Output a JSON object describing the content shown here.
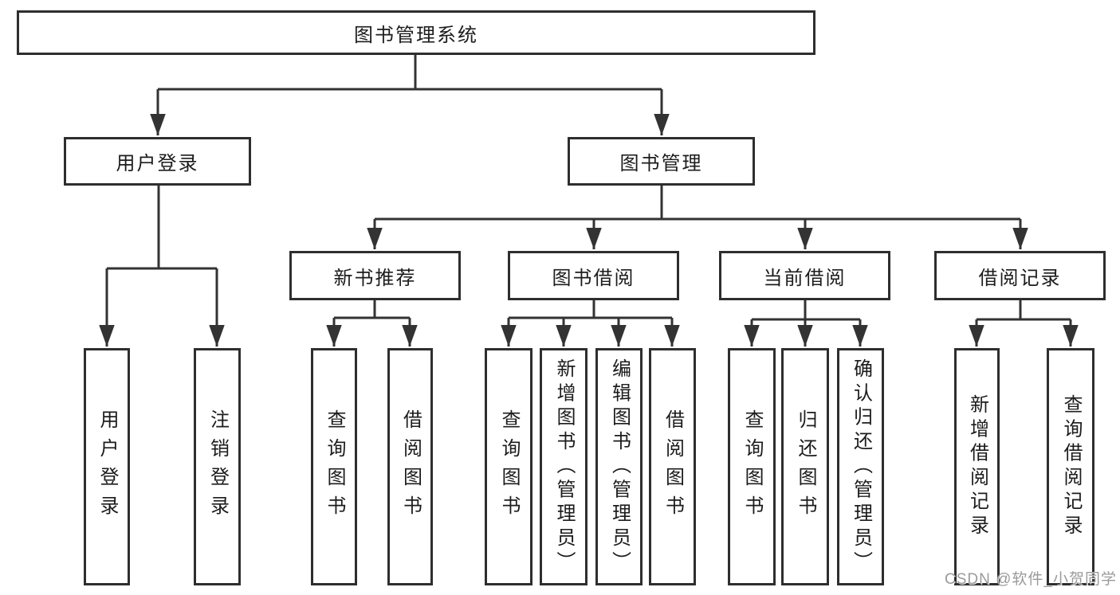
{
  "diagram": {
    "title": "图书管理系统",
    "root": "图书管理系统",
    "level2": {
      "login": "用户登录",
      "manage": "图书管理"
    },
    "level3": {
      "recommend": "新书推荐",
      "borrow": "图书借阅",
      "current": "当前借阅",
      "records": "借阅记录"
    },
    "leaves": {
      "login": [
        "用户登录",
        "注销登录"
      ],
      "recommend": [
        "查询图书",
        "借阅图书"
      ],
      "borrow": [
        "查询图书",
        "新增图书（管理员）",
        "编辑图书（管理员）",
        "借阅图书"
      ],
      "current": [
        "查询图书",
        "归还图书",
        "确认归还（管理员）"
      ],
      "records": [
        "新增借阅记录",
        "查询借阅记录"
      ]
    }
  },
  "watermark": "CSDN @软件_小贺同学",
  "colors": {
    "line": "#333333",
    "box_border": "#2e2e2e",
    "text": "#1c1c1c",
    "background": "#ffffff",
    "watermark": "#9a9a9a"
  }
}
